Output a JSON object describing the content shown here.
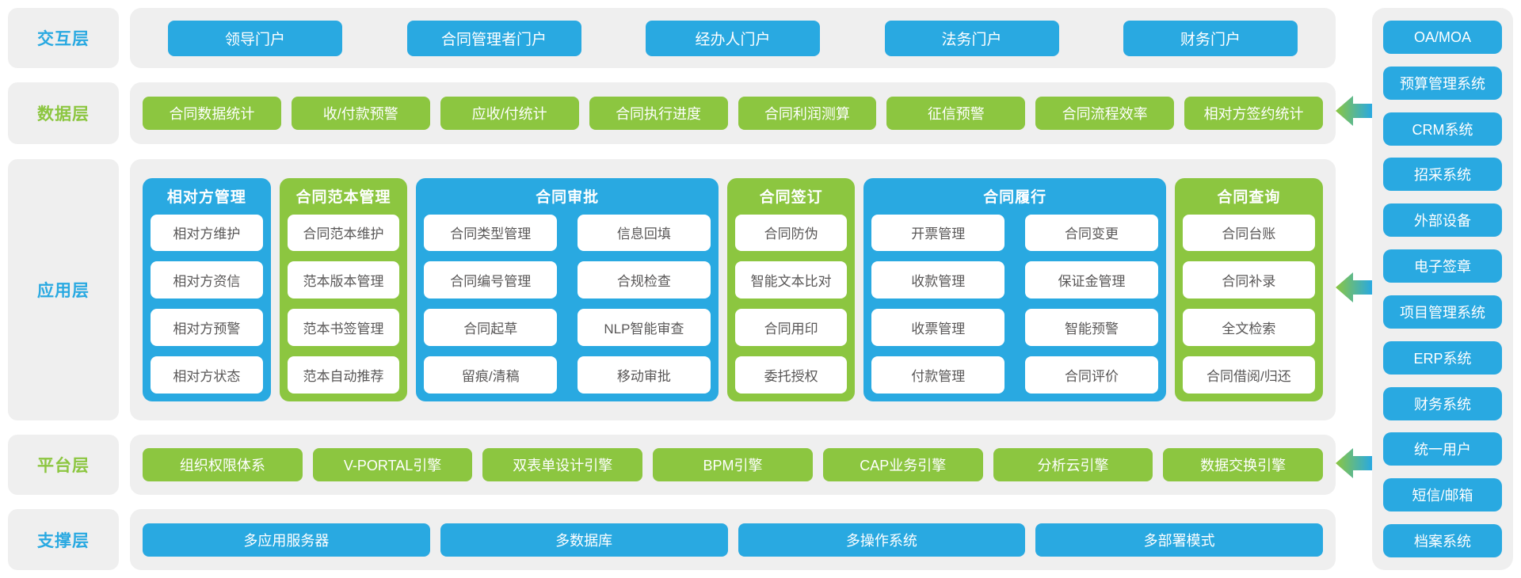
{
  "colors": {
    "blue": "#29a9e1",
    "green": "#8cc640",
    "panel_gray": "#efefef",
    "item_text": "#595757",
    "arrow_gradient": [
      "#8cc640",
      "#29a9e1"
    ]
  },
  "layers": [
    {
      "id": "interaction",
      "label": "交互层",
      "label_color": "blue",
      "chip_color": "blue",
      "items": [
        "领导门户",
        "合同管理者门户",
        "经办人门户",
        "法务门户",
        "财务门户"
      ]
    },
    {
      "id": "data",
      "label": "数据层",
      "label_color": "green",
      "chip_color": "green",
      "items": [
        "合同数据统计",
        "收/付款预警",
        "应收/付统计",
        "合同执行进度",
        "合同利润测算",
        "征信预警",
        "合同流程效率",
        "相对方签约统计"
      ]
    },
    {
      "id": "application",
      "label": "应用层",
      "label_color": "blue",
      "cards": [
        {
          "title": "相对方管理",
          "color": "blue",
          "columns": 1,
          "items": [
            "相对方维护",
            "相对方资信",
            "相对方预警",
            "相对方状态"
          ]
        },
        {
          "title": "合同范本管理",
          "color": "green",
          "columns": 1,
          "items": [
            "合同范本维护",
            "范本版本管理",
            "范本书签管理",
            "范本自动推荐"
          ]
        },
        {
          "title": "合同审批",
          "color": "blue",
          "columns": 2,
          "items": [
            "合同类型管理",
            "信息回填",
            "合同编号管理",
            "合规检查",
            "合同起草",
            "NLP智能审查",
            "留痕/清稿",
            "移动审批"
          ]
        },
        {
          "title": "合同签订",
          "color": "green",
          "columns": 1,
          "items": [
            "合同防伪",
            "智能文本比对",
            "合同用印",
            "委托授权"
          ]
        },
        {
          "title": "合同履行",
          "color": "blue",
          "columns": 2,
          "items": [
            "开票管理",
            "合同变更",
            "收款管理",
            "保证金管理",
            "收票管理",
            "智能预警",
            "付款管理",
            "合同评价"
          ]
        },
        {
          "title": "合同查询",
          "color": "green",
          "columns": 1,
          "items": [
            "合同台账",
            "合同补录",
            "全文检索",
            "合同借阅/归还"
          ]
        }
      ]
    },
    {
      "id": "platform",
      "label": "平台层",
      "label_color": "green",
      "chip_color": "green",
      "items": [
        "组织权限体系",
        "V-PORTAL引擎",
        "双表单设计引擎",
        "BPM引擎",
        "CAP业务引擎",
        "分析云引擎",
        "数据交换引擎"
      ]
    },
    {
      "id": "support",
      "label": "支撑层",
      "label_color": "blue",
      "chip_color": "blue",
      "items": [
        "多应用服务器",
        "多数据库",
        "多操作系统",
        "多部署模式"
      ]
    }
  ],
  "sidebar": {
    "items": [
      "OA/MOA",
      "预算管理系统",
      "CRM系统",
      "招采系统",
      "外部设备",
      "电子签章",
      "项目管理系统",
      "ERP系统",
      "财务系统",
      "统一用户",
      "短信/邮箱",
      "档案系统"
    ]
  },
  "arrows": {
    "direction": "left",
    "count": 3
  }
}
